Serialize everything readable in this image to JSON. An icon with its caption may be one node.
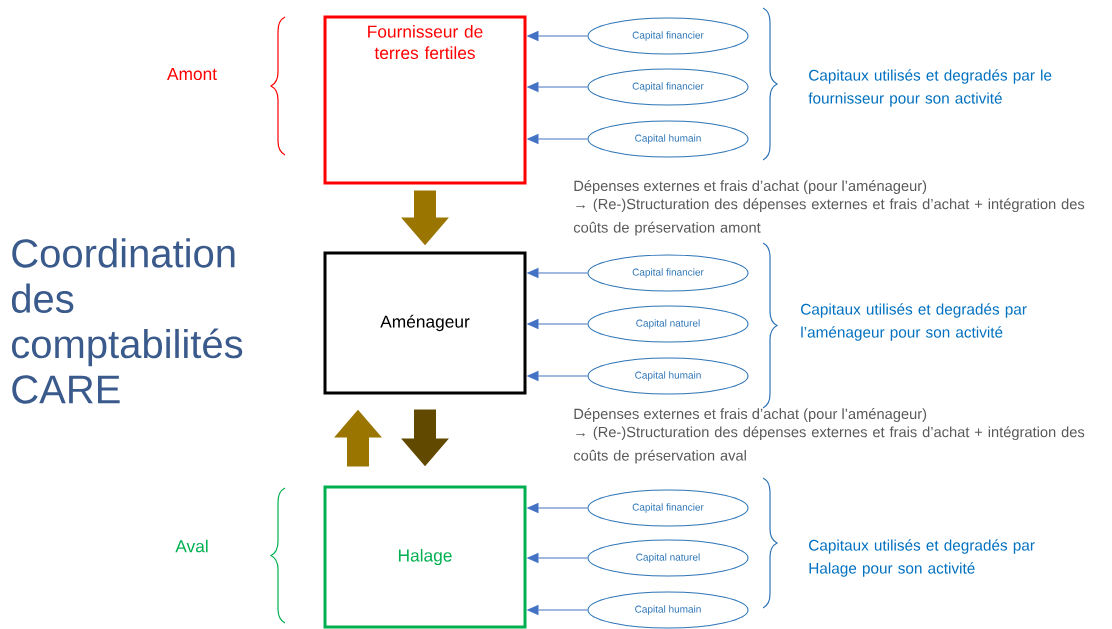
{
  "diagram": {
    "title": "Coordination des comptabilités CARE",
    "nodes": [
      {
        "text": [
          "Fournisseur de terres fertiles"
        ]
      },
      {
        "text": [
          "Capital financier"
        ]
      },
      {
        "text": [
          "Capital financier"
        ]
      },
      {
        "text": [
          "Capital humain"
        ]
      },
      {
        "text": [
          "Aménageur"
        ]
      },
      {
        "text": [
          "Capital financier"
        ]
      },
      {
        "text": [
          "Capital naturel"
        ]
      },
      {
        "text": [
          "Capital humain"
        ]
      },
      {
        "text": [
          "Halage"
        ]
      },
      {
        "text": [
          "Capital financier"
        ]
      },
      {
        "text": [
          "Capital naturel"
        ]
      },
      {
        "text": [
          "Capital humain"
        ]
      }
    ],
    "edges": [
      {
        "from": 1,
        "to": 0,
        "arrow": "to"
      },
      {
        "from": 2,
        "to": 0,
        "arrow": "to"
      },
      {
        "from": 3,
        "to": 0,
        "arrow": "to"
      },
      {
        "from": 0,
        "to": 4,
        "arrow": "to",
        "style": "thick",
        "color": "#9a7600"
      },
      {
        "from": 5,
        "to": 4,
        "arrow": "to"
      },
      {
        "from": 6,
        "to": 4,
        "arrow": "to"
      },
      {
        "from": 7,
        "to": 4,
        "arrow": "to"
      },
      {
        "from": 8,
        "to": 4,
        "arrow": "to",
        "style": "thick",
        "color": "#9a7600"
      },
      {
        "from": 4,
        "to": 8,
        "arrow": "to",
        "style": "thick",
        "color": "#614a00"
      },
      {
        "from": 9,
        "to": 8,
        "arrow": "to"
      },
      {
        "from": 10,
        "to": 8,
        "arrow": "to"
      },
      {
        "from": 11,
        "to": 8,
        "arrow": "to"
      }
    ],
    "labels": [
      "Amont",
      "Capitaux utilisés et degradés par le fournisseur pour son activité",
      "Dépenses externes et frais d’achat (pour l’aménageur)",
      "→ (Re-)Structuration des dépenses externes et frais d’achat + intégration des coûts de préservation amont",
      "Capitaux utilisés et degradés par l’aménageur pour son activité",
      "Dépenses externes et frais d’achat (pour l’aménageur)",
      "→ (Re-)Structuration des dépenses externes et frais d’achat + intégration des coûts de préservation aval",
      "Aval",
      "Capitaux utilisés et degradés par Halage pour son activité"
    ]
  }
}
